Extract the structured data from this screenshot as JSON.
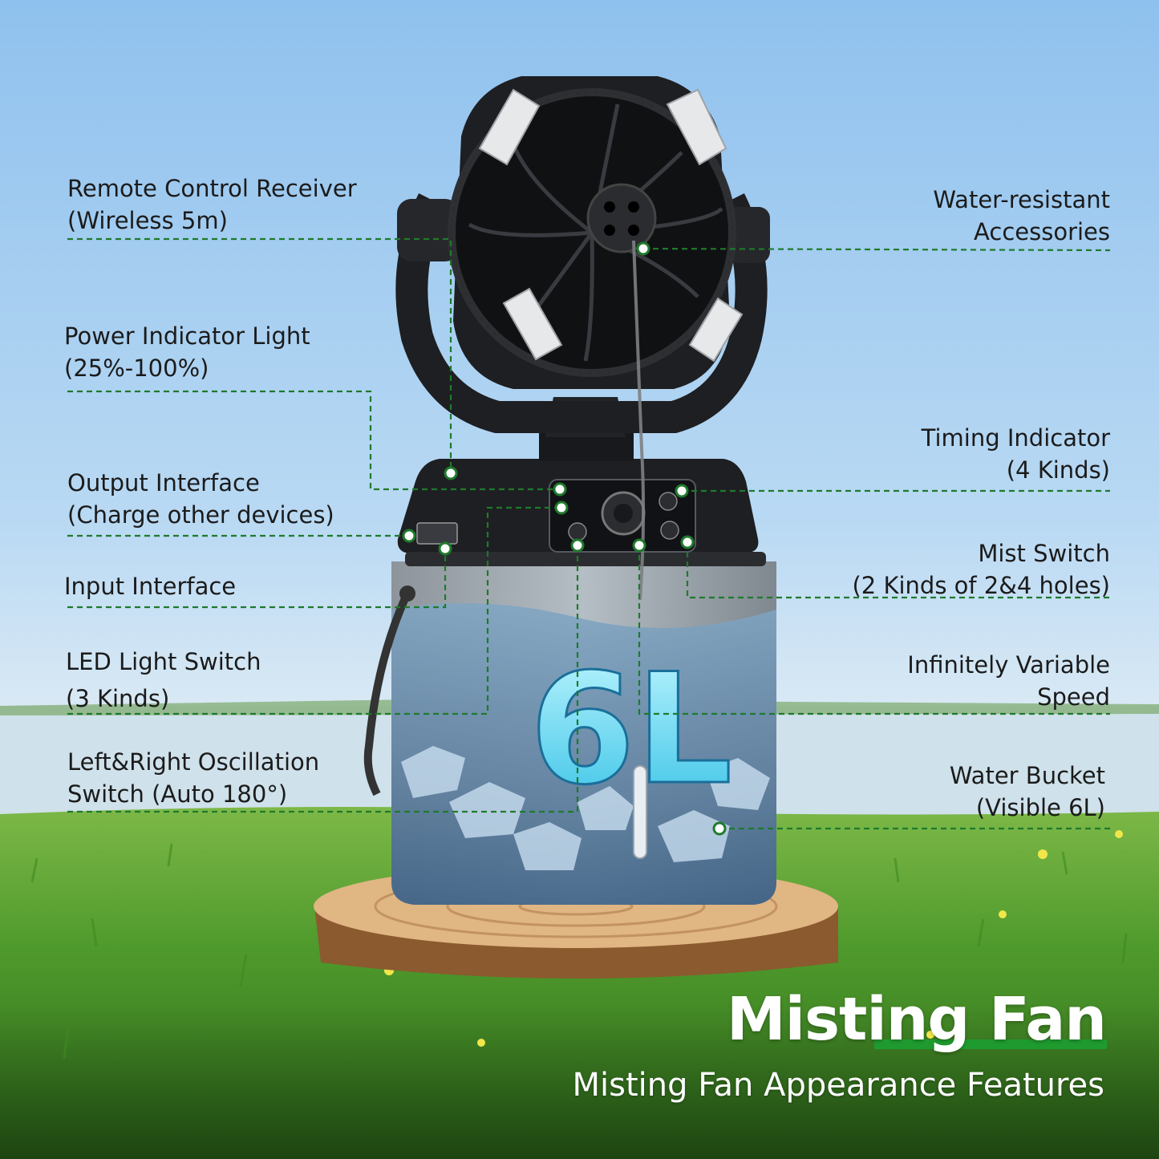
{
  "features_left": [
    {
      "lines": [
        "Remote Control Receiver",
        "(Wireless 5m)"
      ]
    },
    {
      "lines": [
        "Power Indicator Light",
        "(25%-100%)"
      ]
    },
    {
      "lines": [
        "Output Interface",
        "(Charge other devices)"
      ]
    },
    {
      "lines": [
        "Input Interface"
      ]
    },
    {
      "lines": [
        "LED Light Switch",
        "(3 Kinds)"
      ]
    },
    {
      "lines": [
        "Left&Right Oscillation",
        "Switch  (Auto 180°)"
      ]
    }
  ],
  "features_right": [
    {
      "lines": [
        "Water-resistant",
        "Accessories"
      ]
    },
    {
      "lines": [
        "Timing Indicator",
        "(4 Kinds)"
      ]
    },
    {
      "lines": [
        "Mist Switch",
        "(2 Kinds of 2&4 holes)"
      ]
    },
    {
      "lines": [
        "Infinitely Variable",
        "Speed"
      ]
    },
    {
      "lines": [
        "Water Bucket",
        "(Visible 6L)"
      ]
    }
  ],
  "tank_capacity_label": "6L",
  "hero": {
    "title": "Misting Fan",
    "subtitle": "Misting Fan Appearance Features"
  },
  "colors": {
    "leader_line": "#1e7a2c",
    "accent_green": "#1f9a2f",
    "sky_top": "#8fc1ee",
    "grass": "#4f9a2c",
    "fan_body": "#1e1f22"
  }
}
